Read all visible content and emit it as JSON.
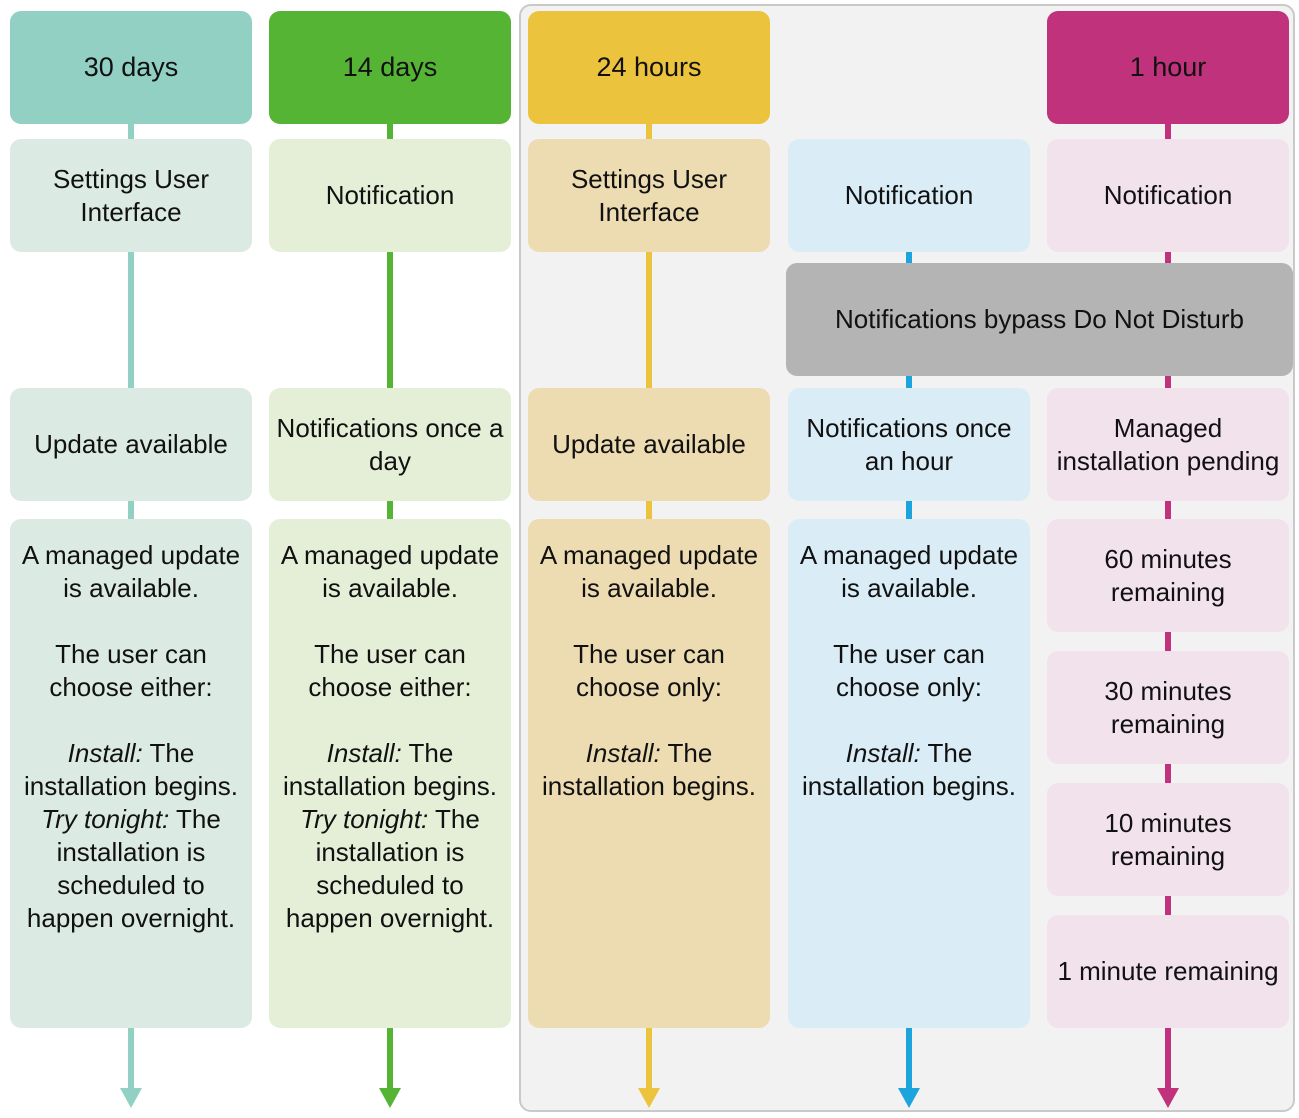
{
  "columns": [
    {
      "header": "30 days",
      "settings": "Settings User Interface",
      "status": "Update available",
      "desc": {
        "intro": "A managed update is available.",
        "choose": "The user can choose either:",
        "install_label": "Install:",
        "install_text": " The installation begins.",
        "tonight_label": "Try tonight:",
        "tonight_text": " The installation is scheduled to happen overnight."
      }
    },
    {
      "header": "14 days",
      "settings": "Notification",
      "status": "Notifications once a day",
      "desc": {
        "intro": "A managed update is available.",
        "choose": "The user can choose either:",
        "install_label": "Install:",
        "install_text": " The installation begins.",
        "tonight_label": "Try tonight:",
        "tonight_text": " The installation is scheduled to happen overnight."
      }
    },
    {
      "header": "24 hours",
      "settings": "Settings User Interface",
      "status": "Update available",
      "desc": {
        "intro": "A managed update is available.",
        "choose": "The user can choose only:",
        "install_label": "Install:",
        "install_text": " The installation begins."
      }
    },
    {
      "settings": "Notification",
      "status": "Notifications once an hour",
      "desc": {
        "intro": "A managed update is available.",
        "choose": "The user can choose only:",
        "install_label": "Install:",
        "install_text": " The installation begins."
      }
    },
    {
      "header": "1 hour",
      "settings": "Notification",
      "status": "Managed installation pending",
      "countdown": [
        "60 minutes remaining",
        "30 minutes remaining",
        "10 minutes remaining",
        "1 minute remaining"
      ]
    }
  ],
  "bypass_banner": "Notifications bypass Do Not Disturb",
  "colors": {
    "col1": {
      "header": "#92d0c4",
      "light": "#dceae4",
      "line": "#92d0c4"
    },
    "col2": {
      "header": "#55b434",
      "light": "#e5efd8",
      "line": "#55b434"
    },
    "col3": {
      "header": "#ecc33c",
      "light": "#eddcb2",
      "line": "#ecc33c"
    },
    "col4": {
      "light": "#daedf6",
      "line": "#1ca5dc"
    },
    "col5": {
      "header": "#c0327b",
      "light": "#f2e2ec",
      "line": "#c0327b"
    },
    "banner": "#b4b4b4",
    "group_bg": "#f2f2f2"
  }
}
